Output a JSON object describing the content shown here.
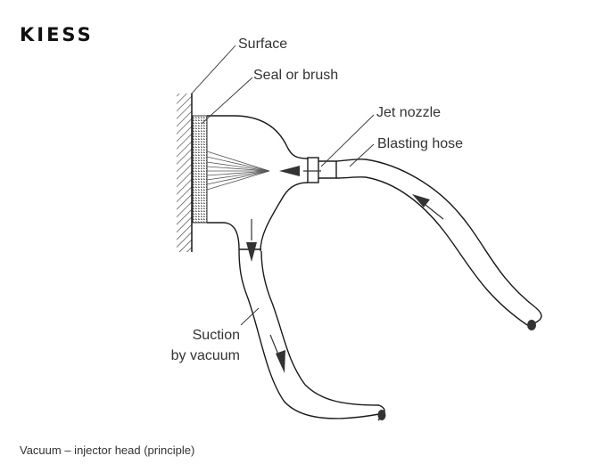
{
  "logo": {
    "text": "KIESS"
  },
  "labels": {
    "surface": "Surface",
    "seal": "Seal or brush",
    "jet_nozzle": "Jet nozzle",
    "blasting_hose": "Blasting hose",
    "suction_line1": "Suction",
    "suction_line2": "by vacuum"
  },
  "caption": "Vacuum – injector head (principle)",
  "colors": {
    "line": "#1a1a1a",
    "text": "#333333",
    "arrow": "#333333"
  }
}
